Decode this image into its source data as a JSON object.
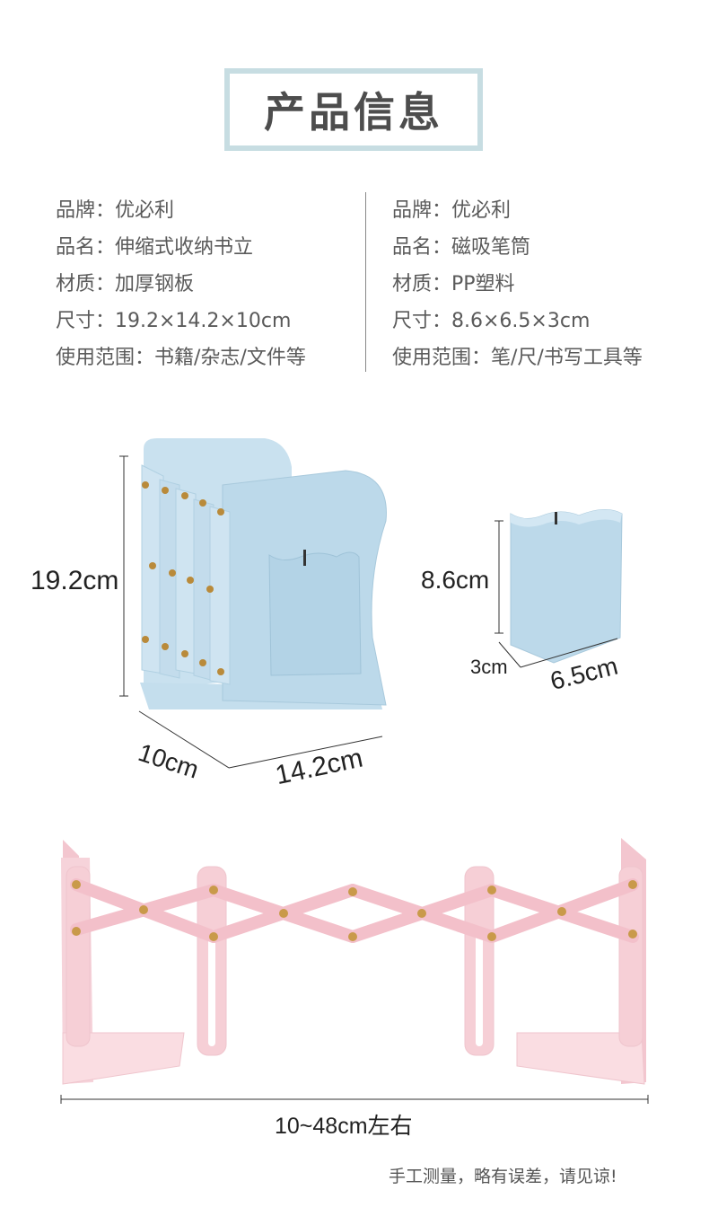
{
  "title": "产品信息",
  "left_specs": [
    {
      "label": "品牌：",
      "value": "优必利"
    },
    {
      "label": "品名：",
      "value": "伸缩式收纳书立"
    },
    {
      "label": "材质：",
      "value": "加厚钢板"
    },
    {
      "label": "尺寸：",
      "value": "19.2×14.2×10cm"
    },
    {
      "label": "使用范围：",
      "value": "书籍/杂志/文件等"
    }
  ],
  "right_specs": [
    {
      "label": "品牌：",
      "value": "优必利"
    },
    {
      "label": "品名：",
      "value": "磁吸笔筒"
    },
    {
      "label": "材质：",
      "value": "PP塑料"
    },
    {
      "label": "尺寸：",
      "value": "8.6×6.5×3cm"
    },
    {
      "label": "使用范围：",
      "value": "笔/尺/书写工具等"
    }
  ],
  "bookend_dims": {
    "height": "19.2cm",
    "depth": "10cm",
    "width": "14.2cm"
  },
  "penholder_dims": {
    "height": "8.6cm",
    "depth": "3cm",
    "width": "6.5cm"
  },
  "extension_range": "10~48cm左右",
  "note": "手工测量，略有误差，请见谅!",
  "colors": {
    "border": "#c7dde2",
    "blue_product": "#bcd9ea",
    "pink_product": "#f6cfd6",
    "text": "#555555"
  }
}
